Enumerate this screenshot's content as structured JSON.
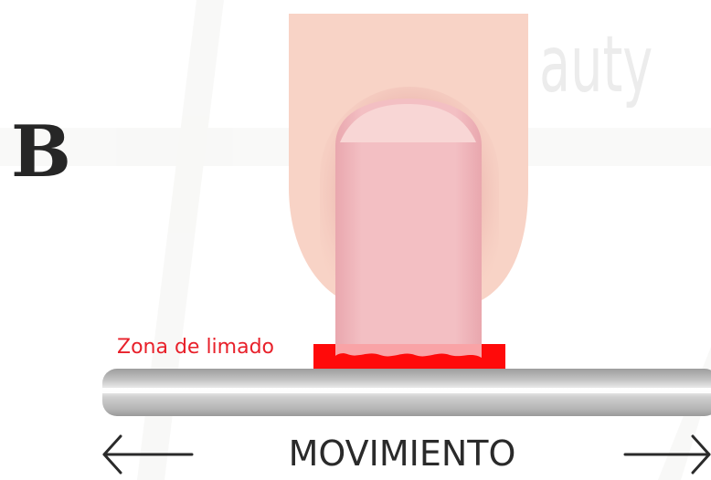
{
  "panel_letter": "B",
  "watermark": "auty",
  "zone_label": "Zona de limado",
  "movement_label": "MOVIMIENTO",
  "colors": {
    "skin": "#f8d3c6",
    "nail": "#f0b8bd",
    "nail_tip": "#f7d2d2",
    "filing_zone": "#ff0a0a",
    "file_bar": "#bdbdbd",
    "label_red": "#e8202a",
    "text": "#2a2a2a"
  },
  "icons": [
    "arrow-left-icon",
    "arrow-right-icon"
  ]
}
